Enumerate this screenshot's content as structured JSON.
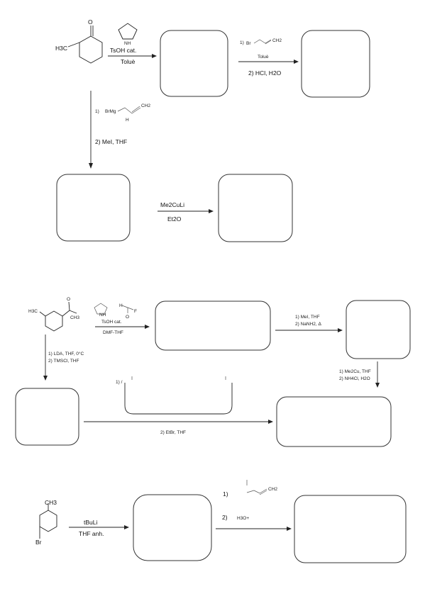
{
  "scheme1": {
    "start_label": "H3C",
    "start_oxygen": "O",
    "amine_label": "NH",
    "arrow1_top": "TsOH cat.",
    "arrow1_bottom": "Toluè",
    "arrow2_step1_num": "1)",
    "arrow2_step1_reagent": "Br",
    "arrow2_step1_end": "CH2",
    "arrow2_solvent": "Toluè",
    "arrow2_step2": "2) HCl, H2O",
    "down_step1_num": "1)",
    "down_step1_reagent": "BrMg",
    "down_step1_end": "CH2",
    "down_step1_h": "H",
    "down_step2": "2) MeI, THF",
    "arrow3_top": "Me2CuLi",
    "arrow3_bottom": "Et2O"
  },
  "scheme2": {
    "start_label": "H3C",
    "start_oxygen": "O",
    "start_ch3": "CH3",
    "amine_label": "NH",
    "acid_h": "H",
    "acid_o": "O",
    "acid_f": "F",
    "arrow1_top": "TsOH cat.",
    "arrow1_bottom": "DMF-THF",
    "arrow2_step1": "1) MeI, THF",
    "arrow2_step2": "2) NaNH2, Δ",
    "down_step1": "1) LDA, THF, 0°C",
    "down_step2": "2) TMSCl, THF",
    "right_down_step1": "1) Me2Cu, THF",
    "right_down_step2": "2) NH4Cl, H2O",
    "middle_label": "1) /",
    "bottom_arrow_label": "2) EtBr, THF"
  },
  "scheme3": {
    "start_ch3": "CH3",
    "start_br": "Br",
    "arrow1_top": "tBuLi",
    "arrow1_bottom": "THF anh.",
    "step1_num": "1)",
    "step1_end": "CH2",
    "step2_num": "2)",
    "step2_reagent": "H3O+"
  }
}
